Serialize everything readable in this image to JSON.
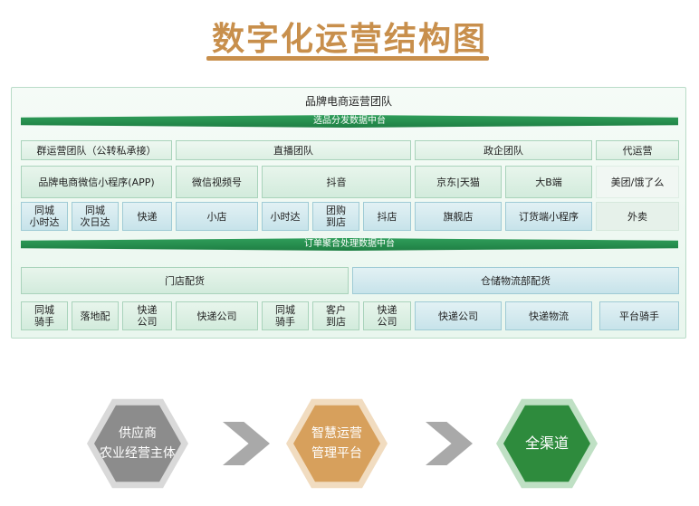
{
  "title": "数字化运营结构图",
  "panel_title": "品牌电商运营团队",
  "band_top": "选品分发数据中台",
  "band_mid": "订单聚合处理数据中台",
  "row_teams": [
    "群运营团队（公转私承接）",
    "直播团队",
    "政企团队",
    "代运营"
  ],
  "row_platforms": [
    "品牌电商微信小程序(APP)",
    "微信视频号",
    "抖音",
    "京东|天猫",
    "大B端",
    "美团/饿了么"
  ],
  "row_channels": [
    "同城\n小时达",
    "同城\n次日达",
    "快递",
    "小店",
    "小时达",
    "团购\n到店",
    "抖店",
    "旗舰店",
    "订货端小程序",
    "外卖"
  ],
  "row_fulfill_heads": [
    "门店配货",
    "仓储物流部配货"
  ],
  "row_fulfill": [
    "同城\n骑手",
    "落地配",
    "快递\n公司",
    "快递公司",
    "同城\n骑手",
    "客户\n到店",
    "快递\n公司",
    "快递公司",
    "快递物流",
    "平台骑手"
  ],
  "flow": {
    "step1_line1": "供应商",
    "step1_line2": "农业经营主体",
    "step2_line1": "智慧运营",
    "step2_line2": "管理平台",
    "step3": "全渠道"
  },
  "colors": {
    "title": "#c88f4c",
    "green": "#2f9e5a",
    "gray_hex": "#8c8c8c",
    "orange_hex": "#d7a05c",
    "green_hex": "#2e8b3d"
  }
}
